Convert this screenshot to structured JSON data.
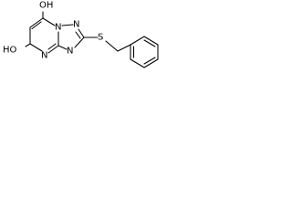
{
  "molecule": {
    "atom_labels": {
      "hydroxyl_top": "OH",
      "hydroxyl_left": "HO",
      "ring_n_bridgehead": "N",
      "ring_n_triazole_upper": "N",
      "ring_n_triazole_lower": "N",
      "ring_n_pyrimidine": "N",
      "sulfur": "S"
    },
    "colors": {
      "bond": "#000000",
      "label": "#000000",
      "background": "#ffffff"
    }
  }
}
